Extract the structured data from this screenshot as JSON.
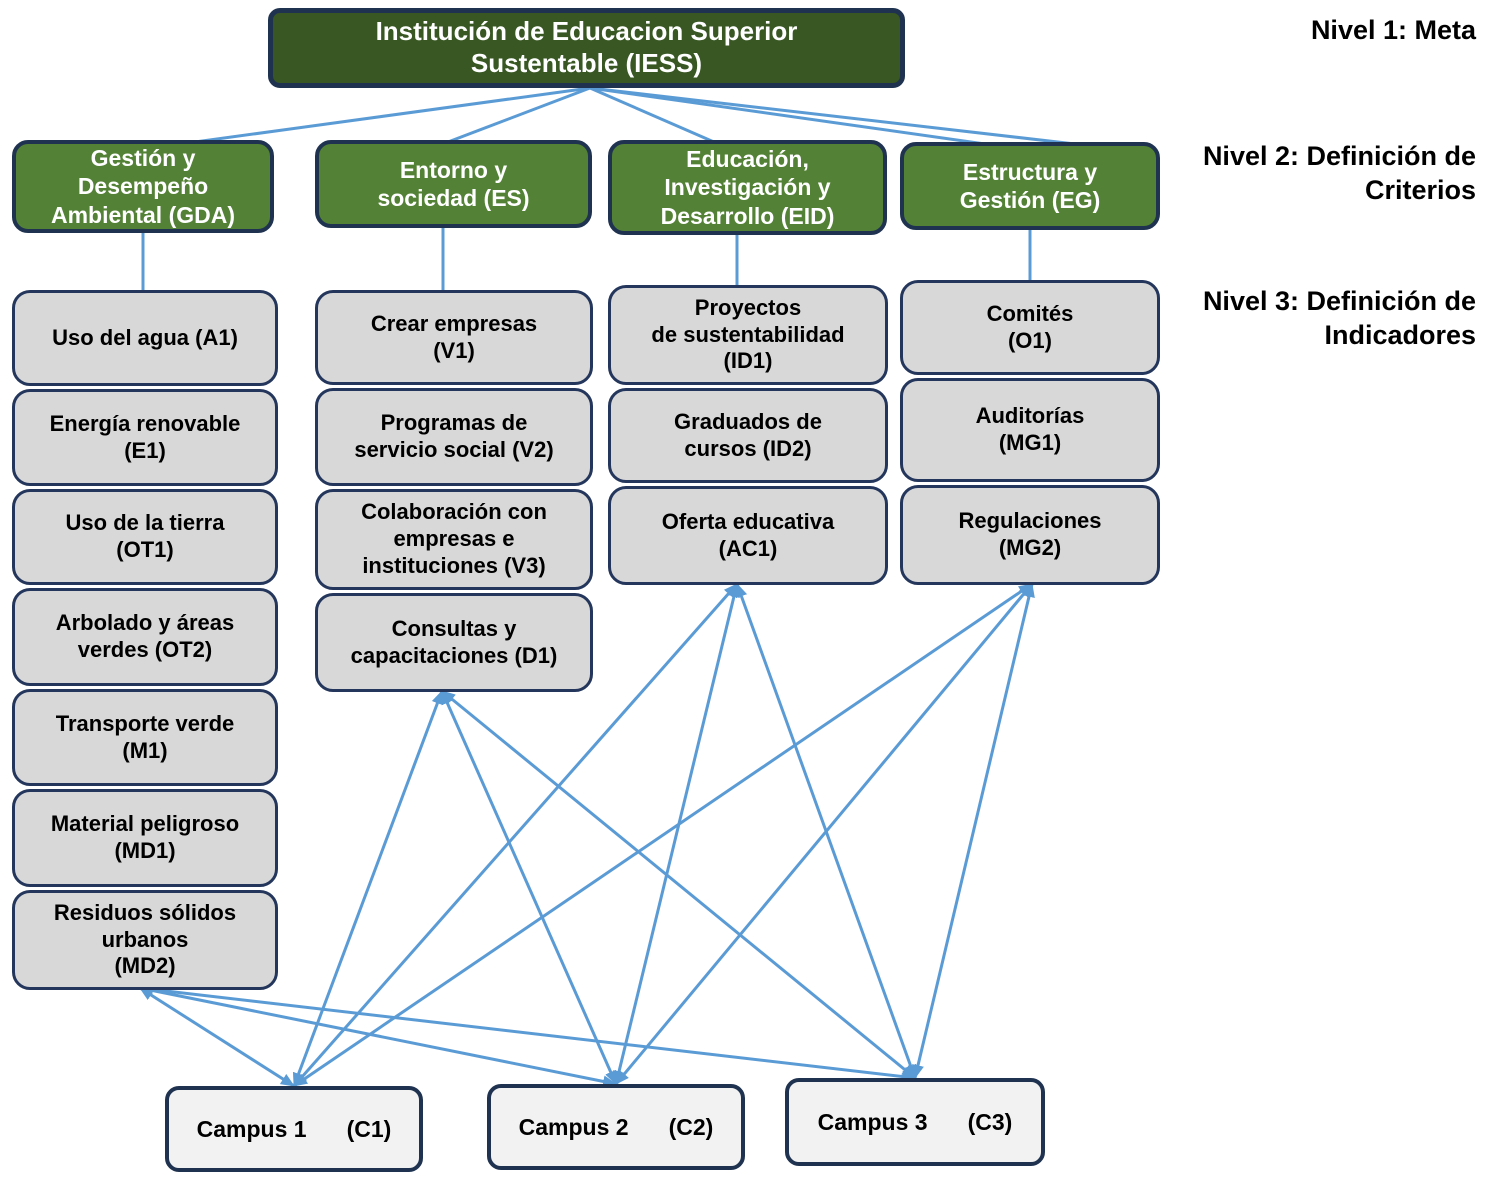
{
  "levels": [
    {
      "label": "Nivel 1: Meta"
    },
    {
      "label": "Nivel 2: Definición de\nCriterios"
    },
    {
      "label": "Nivel 3: Definición de\nIndicadores"
    }
  ],
  "root": {
    "id": "IESS",
    "label": "Institución de Educacion Superior\nSustentable (IESS)"
  },
  "criteria": [
    {
      "id": "GDA",
      "label": "Gestión y\nDesempeño\nAmbiental (GDA)"
    },
    {
      "id": "ES",
      "label": "Entorno y\nsociedad (ES)"
    },
    {
      "id": "EID",
      "label": "Educación,\nInvestigación y\nDesarrollo (EID)"
    },
    {
      "id": "EG",
      "label": "Estructura y\nGestión (EG)"
    }
  ],
  "indicators": {
    "gda": [
      {
        "id": "A1",
        "label": "Uso del agua (A1)"
      },
      {
        "id": "E1",
        "label": "Energía renovable\n(E1)"
      },
      {
        "id": "OT1",
        "label": "Uso de la tierra\n(OT1)"
      },
      {
        "id": "OT2",
        "label": "Arbolado y áreas\nverdes (OT2)"
      },
      {
        "id": "M1",
        "label": "Transporte verde\n(M1)"
      },
      {
        "id": "MD1",
        "label": "Material peligroso\n(MD1)"
      },
      {
        "id": "MD2",
        "label": "Residuos sólidos\nurbanos\n(MD2)"
      }
    ],
    "es": [
      {
        "id": "V1",
        "label": "Crear empresas\n(V1)"
      },
      {
        "id": "V2",
        "label": "Programas de\nservicio social (V2)"
      },
      {
        "id": "V3",
        "label": "Colaboración con\nempresas e\ninstituciones (V3)"
      },
      {
        "id": "D1",
        "label": "Consultas y\ncapacitaciones (D1)"
      }
    ],
    "eid": [
      {
        "id": "ID1",
        "label": "Proyectos\nde sustentabilidad\n(ID1)"
      },
      {
        "id": "ID2",
        "label": "Graduados de\ncursos (ID2)"
      },
      {
        "id": "AC1",
        "label": "Oferta educativa\n(AC1)"
      }
    ],
    "eg": [
      {
        "id": "O1",
        "label": "Comités\n(O1)"
      },
      {
        "id": "MG1",
        "label": "Auditorías\n(MG1)"
      },
      {
        "id": "MG2",
        "label": "Regulaciones\n(MG2)"
      }
    ]
  },
  "campuses": [
    {
      "id": "C1",
      "name": "Campus 1",
      "code": "(C1)"
    },
    {
      "id": "C2",
      "name": "Campus 2",
      "code": "(C2)"
    },
    {
      "id": "C3",
      "name": "Campus 3",
      "code": "(C3)"
    }
  ],
  "colors": {
    "root_fill": "#385723",
    "criteria_fill": "#538135",
    "indicator_fill": "#d8d8d8",
    "campus_fill": "#f2f2f3",
    "border": "#1f3350",
    "connector": "#5b9bd5"
  },
  "edges": {
    "trunk": [
      [
        "IESS",
        "GDA"
      ],
      [
        "IESS",
        "ES"
      ],
      [
        "IESS",
        "EID"
      ],
      [
        "IESS",
        "EG"
      ],
      [
        "IESS",
        "EG2"
      ]
    ],
    "stub": [
      [
        "GDA",
        "A1"
      ],
      [
        "ES",
        "V1"
      ],
      [
        "EID",
        "ID1"
      ],
      [
        "EG",
        "O1"
      ]
    ],
    "web": [
      [
        "MD2",
        "C1"
      ],
      [
        "MD2",
        "C2"
      ],
      [
        "MD2",
        "C3"
      ],
      [
        "D1",
        "C1"
      ],
      [
        "D1",
        "C2"
      ],
      [
        "D1",
        "C3"
      ],
      [
        "AC1",
        "C1"
      ],
      [
        "AC1",
        "C2"
      ],
      [
        "AC1",
        "C3"
      ],
      [
        "MG2",
        "C1"
      ],
      [
        "MG2",
        "C2"
      ],
      [
        "MG2",
        "C3"
      ]
    ]
  }
}
